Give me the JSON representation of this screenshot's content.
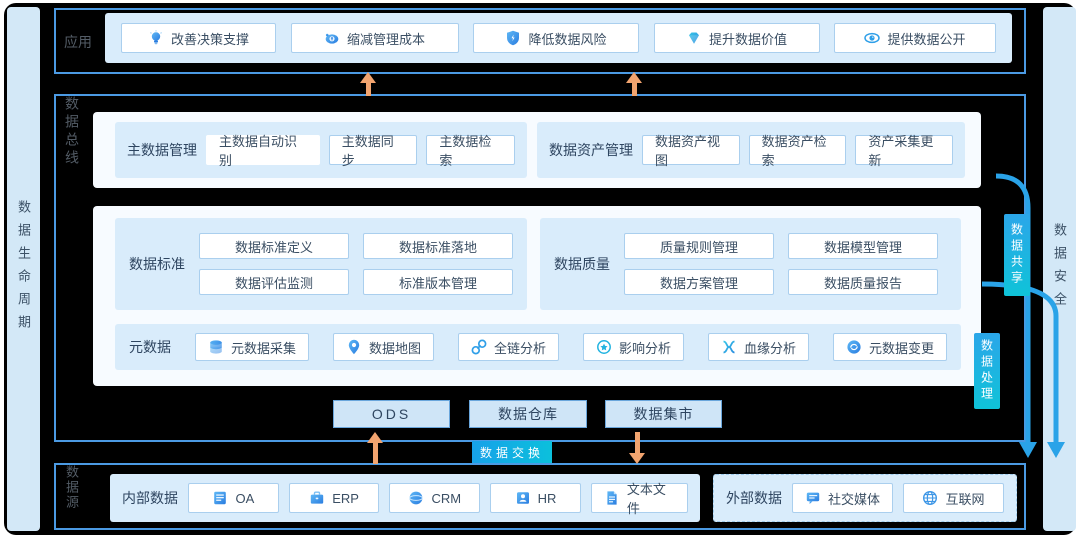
{
  "left_bar": {
    "label": "数据生命周期"
  },
  "right_bar": {
    "label": "数据安全"
  },
  "app_row": {
    "label": "应用",
    "items": [
      {
        "label": "改善决策支撑",
        "icon": "bulb-icon"
      },
      {
        "label": "缩减管理成本",
        "icon": "piggy-bank-icon"
      },
      {
        "label": "降低数据风险",
        "icon": "shield-icon"
      },
      {
        "label": "提升数据价值",
        "icon": "diamond-icon"
      },
      {
        "label": "提供数据公开",
        "icon": "eye-icon"
      }
    ]
  },
  "platform": {
    "label": "数据总线",
    "master_data": {
      "label": "主数据管理",
      "items": [
        {
          "label": "主数据自动识别"
        },
        {
          "label": "主数据同步"
        },
        {
          "label": "主数据检索"
        }
      ]
    },
    "data_asset": {
      "label": "数据资产管理",
      "items": [
        {
          "label": "数据资产视图"
        },
        {
          "label": "数据资产检索"
        },
        {
          "label": "资产采集更新"
        }
      ]
    },
    "data_standard": {
      "label": "数据标准",
      "items": [
        {
          "label": "数据标准定义"
        },
        {
          "label": "数据标准落地"
        },
        {
          "label": "数据评估监测"
        },
        {
          "label": "标准版本管理"
        }
      ]
    },
    "data_quality": {
      "label": "数据质量",
      "items": [
        {
          "label": "质量规则管理"
        },
        {
          "label": "数据模型管理"
        },
        {
          "label": "数据方案管理"
        },
        {
          "label": "数据质量报告"
        }
      ]
    },
    "metadata": {
      "label": "元数据",
      "items": [
        {
          "label": "元数据采集",
          "icon": "database-icon"
        },
        {
          "label": "数据地图",
          "icon": "map-pin-icon"
        },
        {
          "label": "全链分析",
          "icon": "chain-link-icon"
        },
        {
          "label": "影响分析",
          "icon": "impact-star-icon"
        },
        {
          "label": "血缘分析",
          "icon": "lineage-branch-icon"
        },
        {
          "label": "元数据变更",
          "icon": "change-refresh-icon"
        }
      ]
    },
    "storage": {
      "items": [
        {
          "label": "ODS"
        },
        {
          "label": "数据仓库"
        },
        {
          "label": "数据集市"
        }
      ]
    }
  },
  "badges": {
    "exchange": "数据交换",
    "share": "数据共享",
    "process": "数据处理"
  },
  "source_row": {
    "label": "数据源",
    "internal": {
      "label": "内部数据",
      "items": [
        {
          "label": "OA",
          "icon": "oa-document-icon"
        },
        {
          "label": "ERP",
          "icon": "erp-briefcase-icon"
        },
        {
          "label": "CRM",
          "icon": "crm-badge-icon"
        },
        {
          "label": "HR",
          "icon": "hr-person-icon"
        },
        {
          "label": "文本文件",
          "icon": "text-file-icon"
        }
      ]
    },
    "external": {
      "label": "外部数据",
      "items": [
        {
          "label": "社交媒体",
          "icon": "social-chat-icon"
        },
        {
          "label": "互联网",
          "icon": "globe-icon"
        }
      ]
    }
  },
  "colors": {
    "panel_border": "#4b9ae3",
    "accent_blue": "#2aa3e8",
    "badge_gradient_start": "#2ba6e9",
    "badge_gradient_end": "#0fc3d8",
    "arrow_orange": "#f2a46f",
    "card_fill": "#f7fbff",
    "strip_fill": "#d9ecfb",
    "sidebar_fill": "#d3e8f7"
  }
}
